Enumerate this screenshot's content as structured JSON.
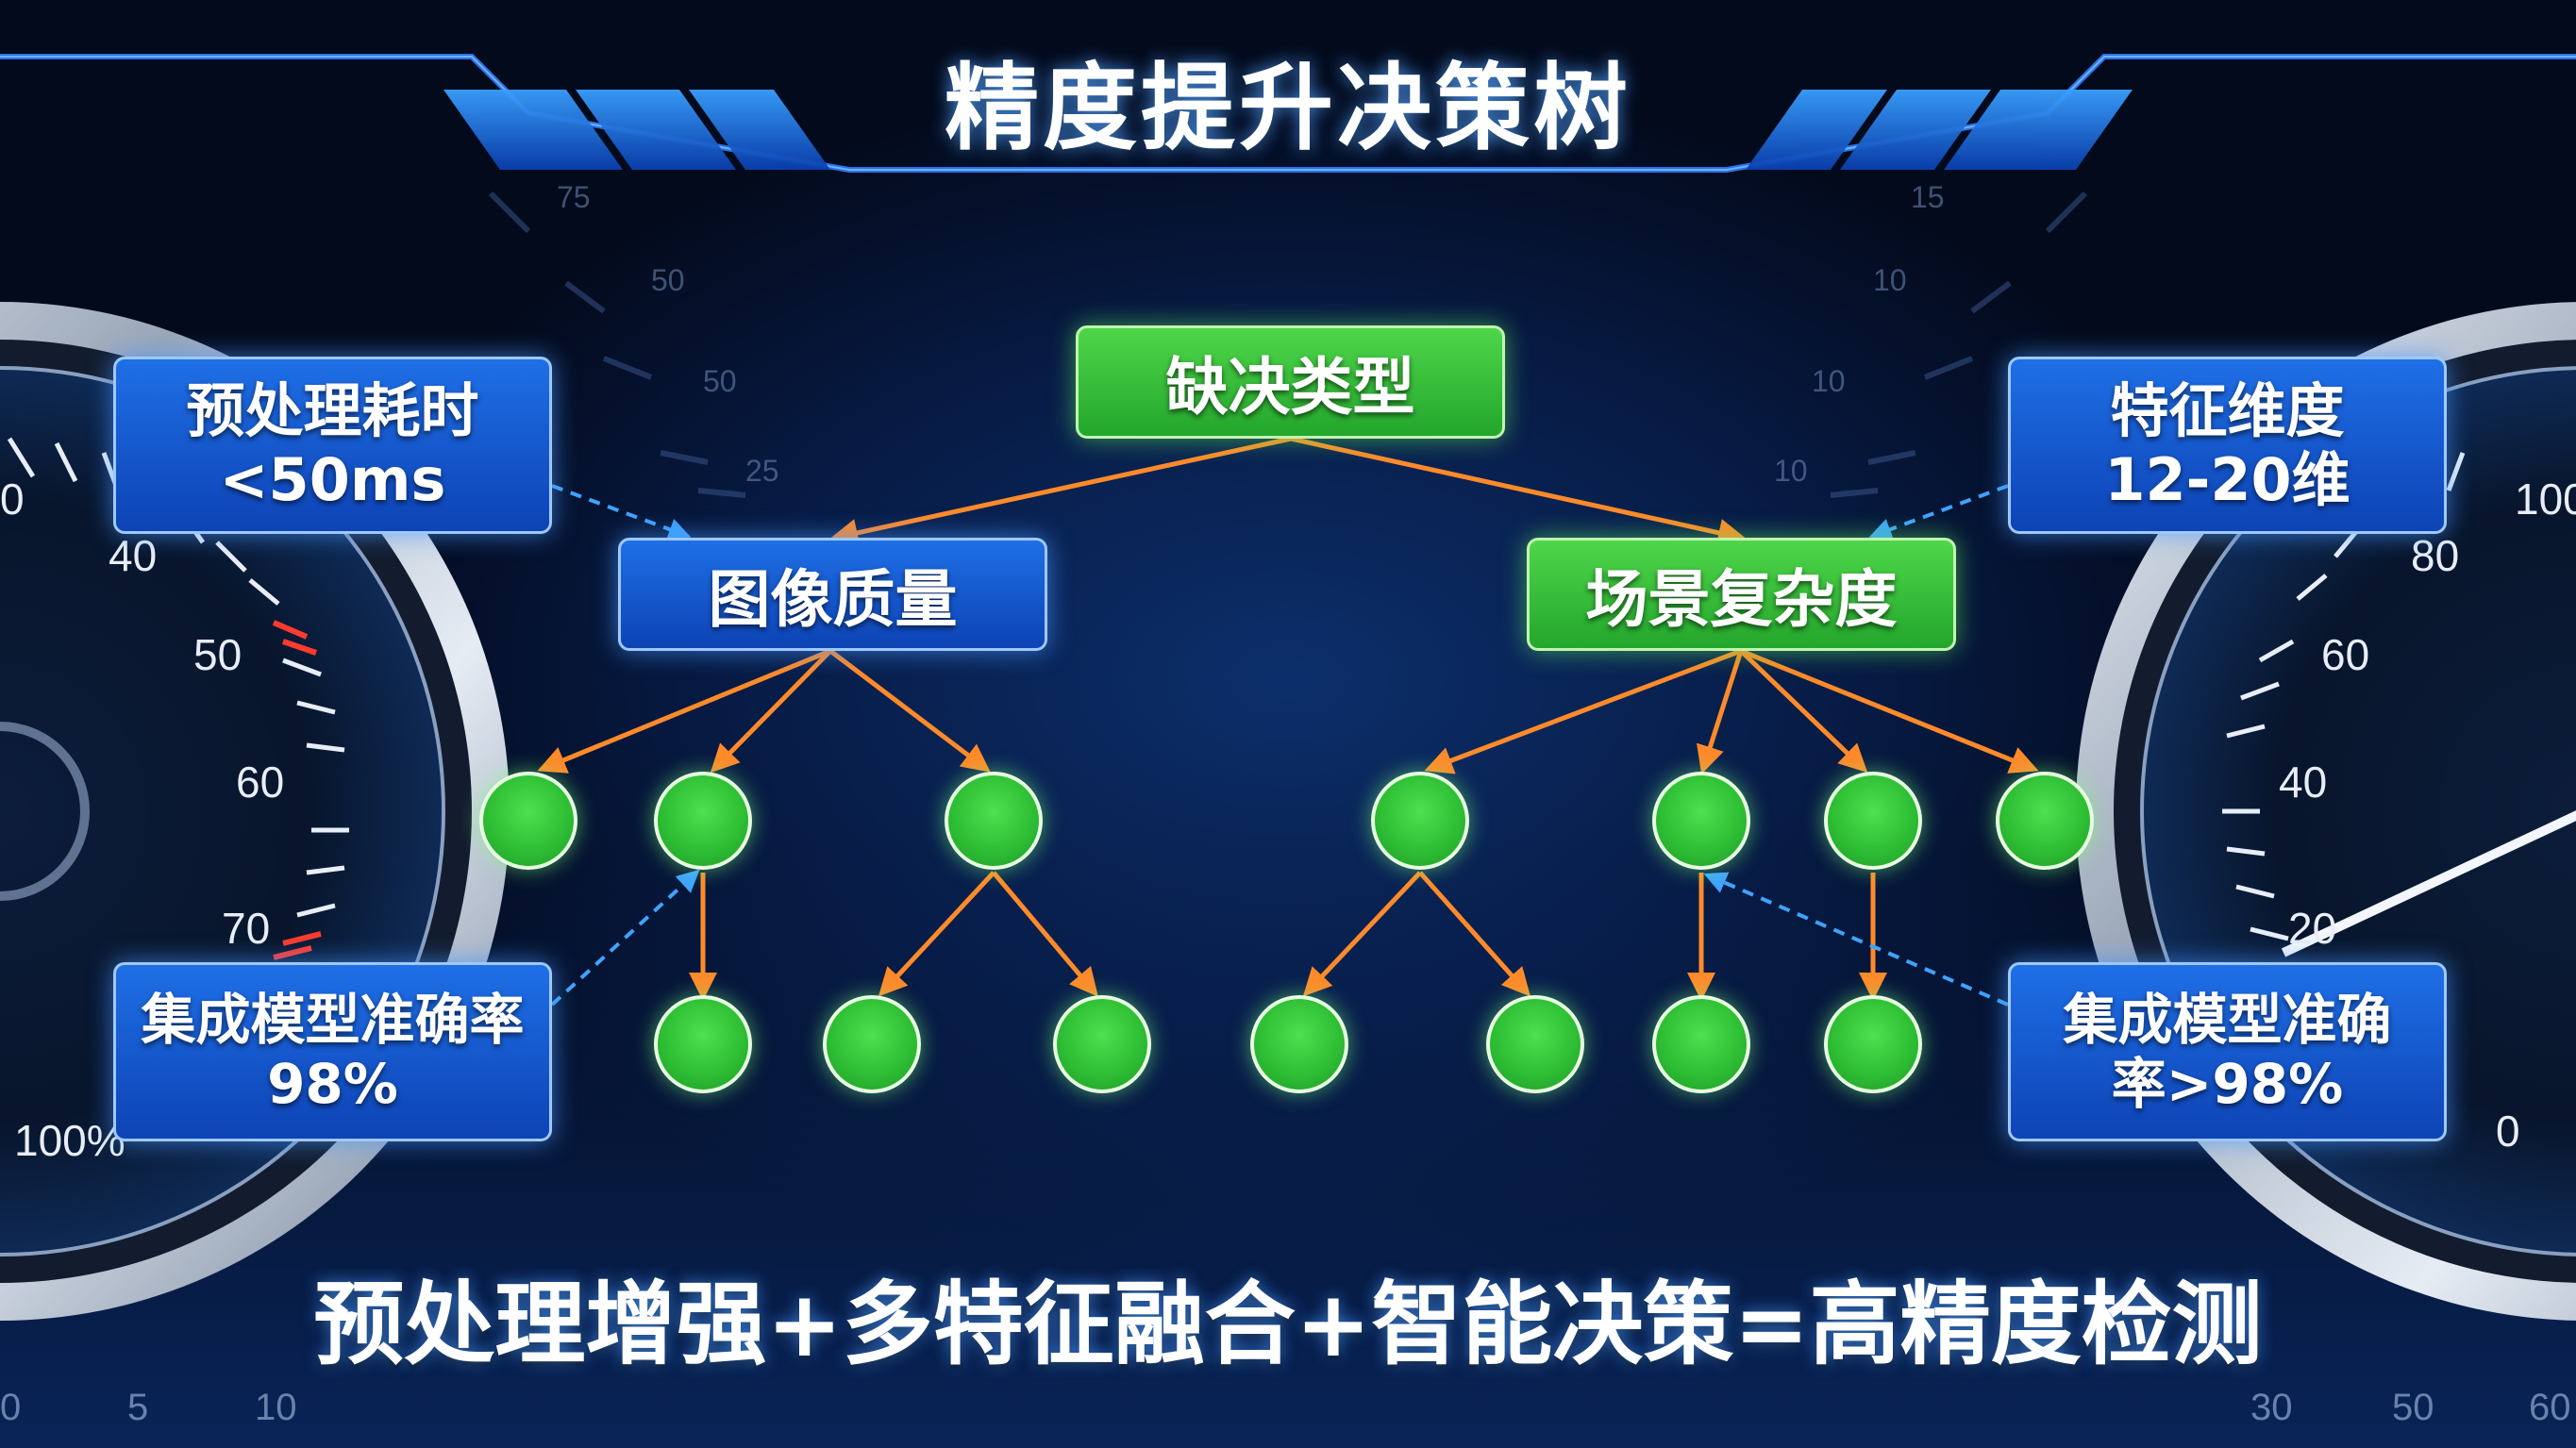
{
  "title": "精度提升决策树",
  "root": {
    "label": "缺决类型"
  },
  "branches": [
    {
      "label": "图像质量"
    },
    {
      "label": "场景复杂度"
    }
  ],
  "info_boxes": [
    {
      "line1": "预处理耗时",
      "line2": "<50ms"
    },
    {
      "line1": "特征维度",
      "line2": "12-20维"
    },
    {
      "line1": "集成模型准确率",
      "line2": "98%"
    },
    {
      "line1": "集成模型准确",
      "line2": "率>98%"
    }
  ],
  "formula": "预处理增强+多特征融合+智能决策=高精度检测",
  "gauge_left": {
    "labels": [
      "0",
      "40",
      "50",
      "60",
      "70",
      "100%"
    ]
  },
  "gauge_right": {
    "labels": [
      "100",
      "80",
      "60",
      "40",
      "20",
      "0"
    ]
  },
  "background_scale": {
    "top_left": [
      "75",
      "50",
      "50",
      "25"
    ],
    "top_right": [
      "15",
      "10",
      "10",
      "10"
    ],
    "bottom_left": [
      "0",
      "5",
      "10"
    ],
    "bottom_right": [
      "30",
      "50",
      "60"
    ]
  },
  "colors": {
    "green_node": "#2fbf35",
    "blue_box": "#1458d6",
    "edge_orange": "#ff8a2a",
    "link_blue": "#3fa3ff"
  }
}
